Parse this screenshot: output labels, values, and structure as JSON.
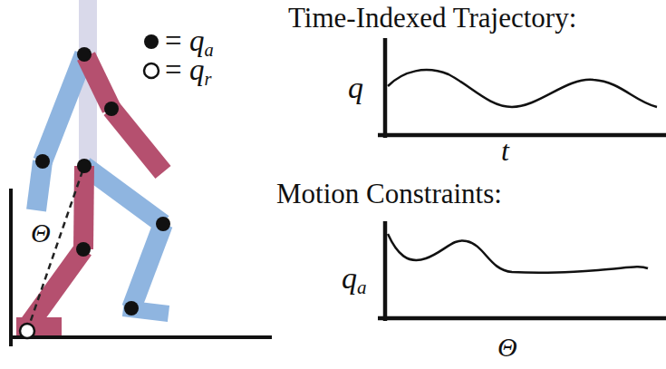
{
  "diagram": {
    "labels": [
      "= qa",
      "= qr",
      "Time-Indexed Trajectory:",
      "q",
      "t",
      "Motion Constraints:",
      "qa",
      "Θ",
      "Θ"
    ]
  }
}
